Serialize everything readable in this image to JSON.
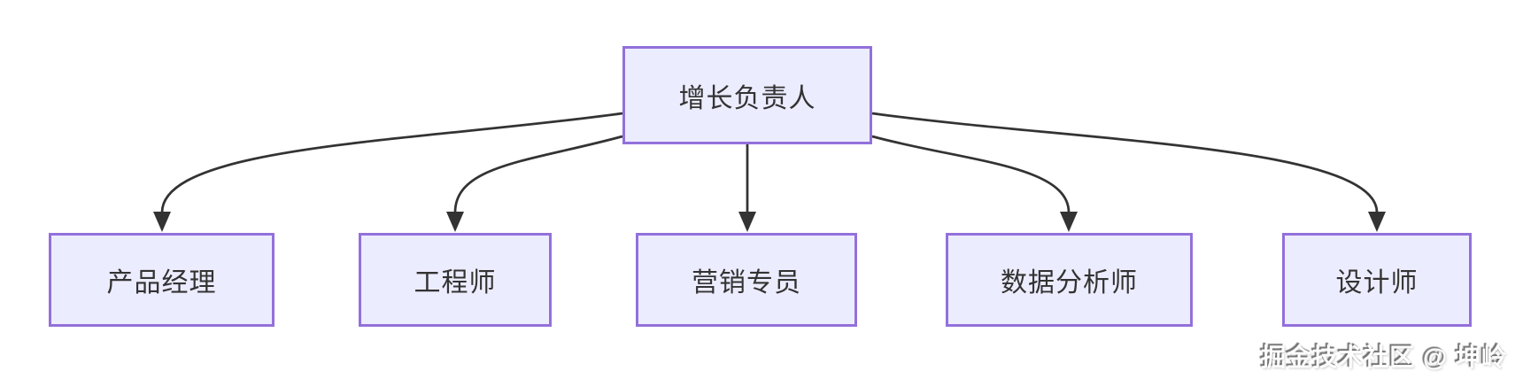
{
  "diagram": {
    "type": "org-flowchart",
    "nodes": [
      {
        "id": "root",
        "label": "增长负责人"
      },
      {
        "id": "child-1",
        "label": "产品经理"
      },
      {
        "id": "child-2",
        "label": "工程师"
      },
      {
        "id": "child-3",
        "label": "营销专员"
      },
      {
        "id": "child-4",
        "label": "数据分析师"
      },
      {
        "id": "child-5",
        "label": "设计师"
      }
    ],
    "edges": [
      {
        "from": "增长负责人",
        "to": "产品经理"
      },
      {
        "from": "增长负责人",
        "to": "工程师"
      },
      {
        "from": "增长负责人",
        "to": "营销专员"
      },
      {
        "from": "增长负责人",
        "to": "数据分析师"
      },
      {
        "from": "增长负责人",
        "to": "设计师"
      }
    ],
    "colors": {
      "node_fill": "#ECECFF",
      "node_border": "#9370DB",
      "edge_stroke": "#333333",
      "text": "#333333"
    }
  },
  "watermark": {
    "text": "掘金技术社区 @ 坤岭"
  }
}
